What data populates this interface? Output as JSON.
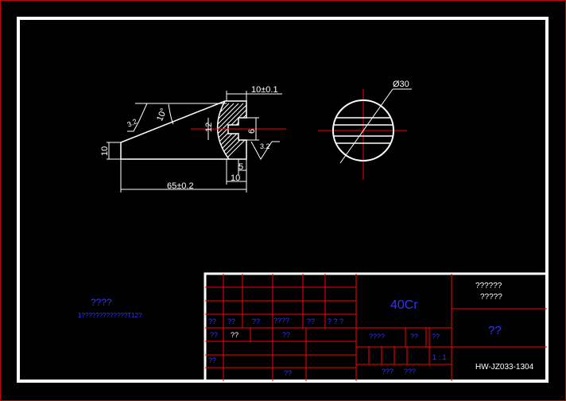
{
  "colors": {
    "background": "#000000",
    "border": "#ffffff",
    "outer_frame": "#cc0000",
    "table_lines": "#ff0000",
    "centerline": "#ff0000",
    "geometry": "#ffffff",
    "annotation": "#3333ff"
  },
  "drawing": {
    "dimensions": {
      "top_width": "10±0.1",
      "angle": "10°",
      "roughness_left": "3.2",
      "slot_height": "12",
      "slot_width": "6",
      "roughness_right": "3.2",
      "left_height": "10",
      "bottom_small": "5",
      "bottom_mid": "10",
      "overall_length": "65±0.2",
      "circle_diameter": "Ø30"
    }
  },
  "notes": {
    "title": "????",
    "line": "1?????????????T12?"
  },
  "title_block": {
    "material": "40Cr",
    "top_right_line1": "??????",
    "top_right_line2": "?????",
    "name": "??",
    "drawing_number": "HW-JZ033-1304",
    "scale": "1 : 1",
    "cells": {
      "r3c1": "??",
      "r3c2": "??",
      "r3c3": "??",
      "r3c4": "????",
      "r3c5": "??",
      "r3c6": "? ? ?",
      "r4c1": "??",
      "r4c2": "??",
      "r4c4": "??",
      "stage_label": "????",
      "weight_label": "??",
      "ratio_label": "??",
      "r6c1": "??",
      "r7c4": "??",
      "bottom_a": "???",
      "bottom_b": "???"
    }
  }
}
